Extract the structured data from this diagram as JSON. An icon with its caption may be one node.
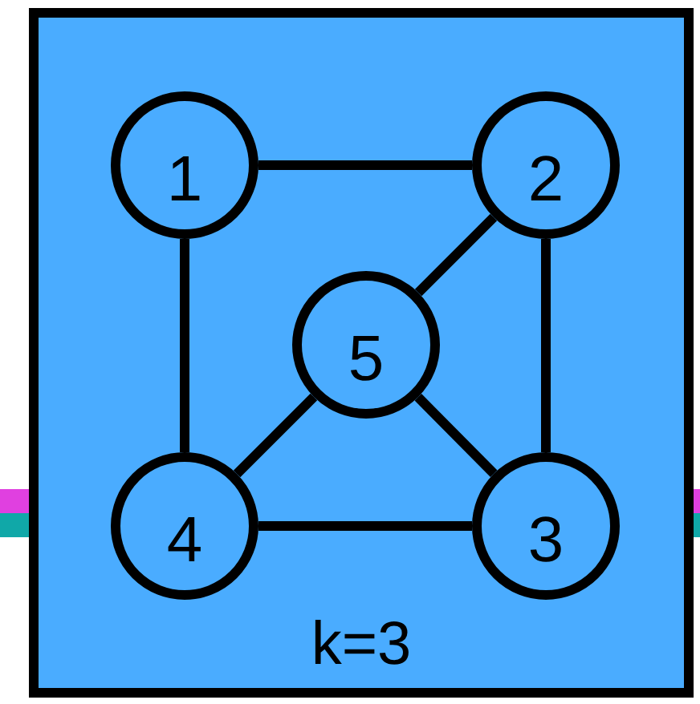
{
  "diagram": {
    "nodes": [
      {
        "text": [
          "k=3"
        ]
      },
      {
        "text": [
          "1"
        ],
        "in": 0
      },
      {
        "text": [
          "2"
        ],
        "in": 0
      },
      {
        "text": [
          "5"
        ],
        "in": 0
      },
      {
        "text": [
          "4"
        ],
        "in": 0
      },
      {
        "text": [
          "3"
        ],
        "in": 0
      }
    ],
    "edges": [
      {
        "from": 1,
        "to": 2,
        "arrow": "none"
      },
      {
        "from": 1,
        "to": 4,
        "arrow": "none"
      },
      {
        "from": 2,
        "to": 3,
        "arrow": "none"
      },
      {
        "from": 2,
        "to": 5,
        "arrow": "none"
      },
      {
        "from": 3,
        "to": 4,
        "arrow": "none"
      },
      {
        "from": 3,
        "to": 5,
        "arrow": "none"
      },
      {
        "from": 4,
        "to": 5,
        "arrow": "none"
      }
    ]
  }
}
